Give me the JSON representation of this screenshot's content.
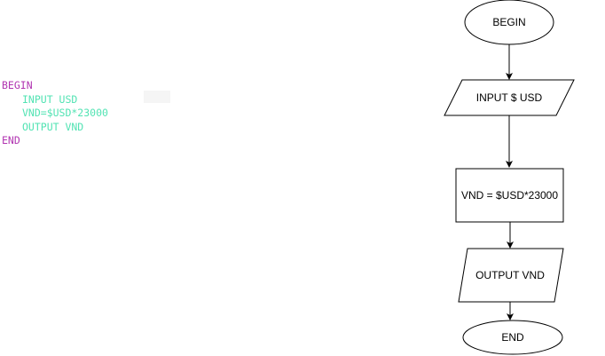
{
  "pseudocode": {
    "begin": "BEGIN",
    "lines": [
      "INPUT USD",
      "VND=$USD*23000",
      "OUTPUT VND"
    ],
    "end": "END"
  },
  "flowchart": {
    "start": "BEGIN",
    "input": "INPUT $ USD",
    "process": "VND = $USD*23000",
    "output": "OUTPUT VND",
    "end": "END"
  },
  "colors": {
    "keyword": "#b135b1",
    "statement": "#52e3b3",
    "stroke": "#000000"
  }
}
